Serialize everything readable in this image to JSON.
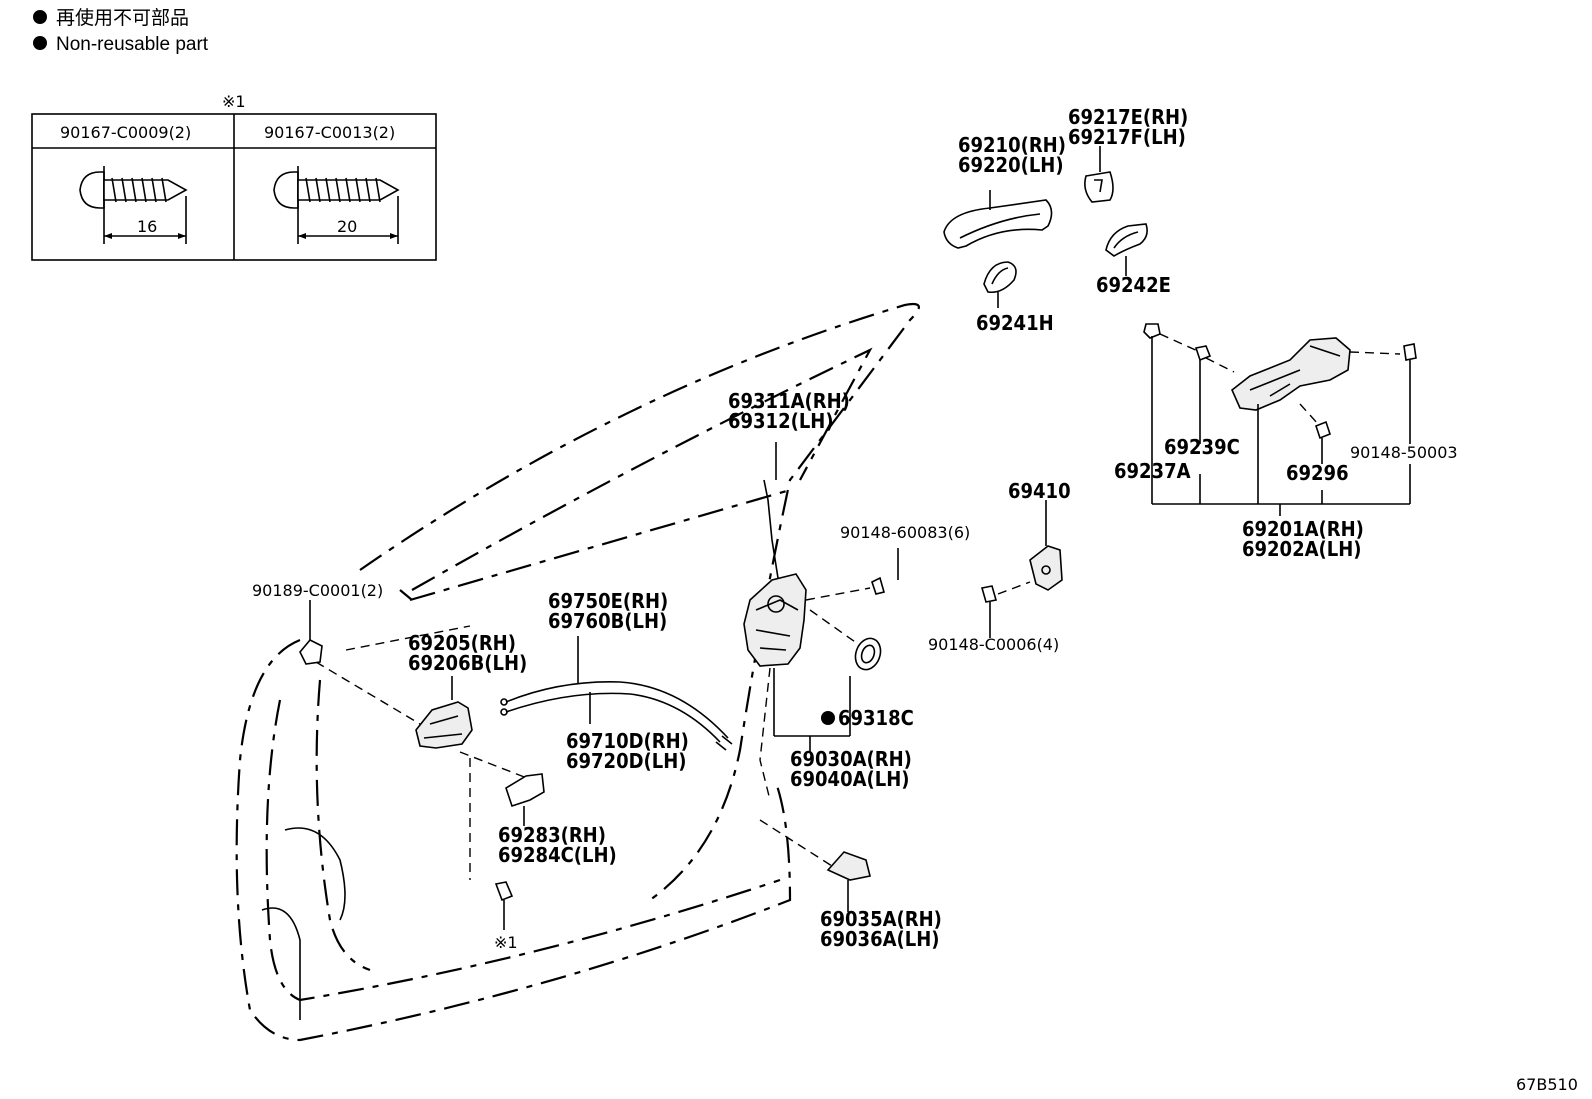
{
  "legend": {
    "jp": "再使用不可部品",
    "en": "Non-reusable part"
  },
  "screw_table": {
    "note_mark": "※1",
    "col1": {
      "part": "90167-C0009(2)",
      "length": "16"
    },
    "col2": {
      "part": "90167-C0013(2)",
      "length": "20"
    }
  },
  "labels": {
    "p69217": [
      "69217E(RH)",
      "69217F(LH)"
    ],
    "p69210": [
      "69210(RH)",
      "69220(LH)"
    ],
    "p69241": "69241H",
    "p69242": "69242E",
    "p69311": [
      "69311A(RH)",
      "69312(LH)"
    ],
    "p69239": "69239C",
    "p69237": "69237A",
    "p69296": "69296",
    "p90148_50003": "90148-50003",
    "p69201": [
      "69201A(RH)",
      "69202A(LH)"
    ],
    "p69410": "69410",
    "p90148_60083": "90148-60083(6)",
    "p90148_c0006": "90148-C0006(4)",
    "p90189": "90189-C0001(2)",
    "p69750": [
      "69750E(RH)",
      "69760B(LH)"
    ],
    "p69205": [
      "69205(RH)",
      "69206B(LH)"
    ],
    "p69318": "69318C",
    "p69710": [
      "69710D(RH)",
      "69720D(LH)"
    ],
    "p69030": [
      "69030A(RH)",
      "69040A(LH)"
    ],
    "p69283": [
      "69283(RH)",
      "69284C(LH)"
    ],
    "p69035": [
      "69035A(RH)",
      "69036A(LH)"
    ],
    "note_mark": "※1",
    "figure_code": "67B510"
  }
}
